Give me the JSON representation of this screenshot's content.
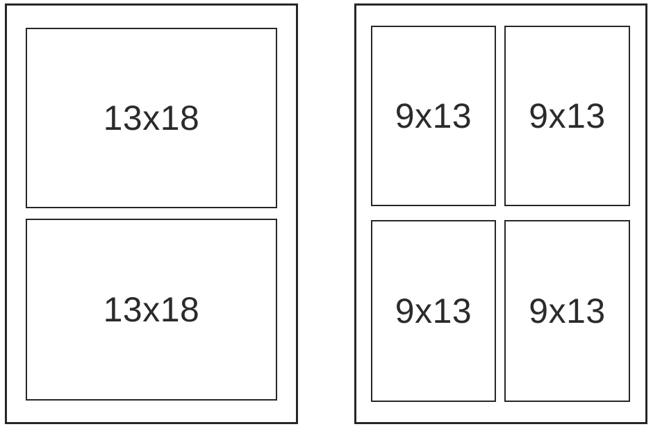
{
  "diagram": {
    "description": "Two multi-opening photo frame layout drawings",
    "colors": {
      "background": "#ffffff",
      "line": "#262626",
      "text": "#2b2b2b"
    },
    "frames": [
      {
        "id": "left-frame-two-openings",
        "openings": [
          {
            "label": "13x18"
          },
          {
            "label": "13x18"
          }
        ]
      },
      {
        "id": "right-frame-four-openings",
        "openings": [
          {
            "label": "9x13"
          },
          {
            "label": "9x13"
          },
          {
            "label": "9x13"
          },
          {
            "label": "9x13"
          }
        ]
      }
    ]
  }
}
